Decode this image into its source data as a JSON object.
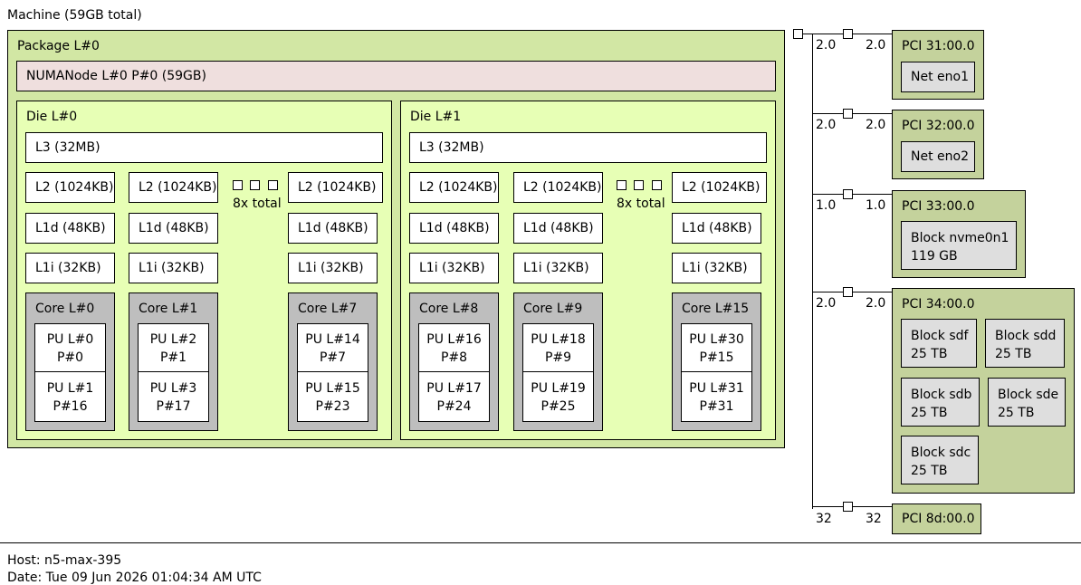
{
  "machine": {
    "label": "Machine (59GB total)"
  },
  "package": {
    "label": "Package L#0"
  },
  "numa": {
    "label": "NUMANode L#0 P#0 (59GB)"
  },
  "dies": [
    {
      "label": "Die L#0",
      "l3": "L3 (32MB)",
      "more": "8x total",
      "cores": [
        {
          "l2": "L2 (1024KB)",
          "l1d": "L1d (48KB)",
          "l1i": "L1i (32KB)",
          "core": "Core L#0",
          "pus": [
            {
              "l": "PU L#0",
              "p": "P#0"
            },
            {
              "l": "PU L#1",
              "p": "P#16"
            }
          ]
        },
        {
          "l2": "L2 (1024KB)",
          "l1d": "L1d (48KB)",
          "l1i": "L1i (32KB)",
          "core": "Core L#1",
          "pus": [
            {
              "l": "PU L#2",
              "p": "P#1"
            },
            {
              "l": "PU L#3",
              "p": "P#17"
            }
          ]
        },
        {
          "l2": "L2 (1024KB)",
          "l1d": "L1d (48KB)",
          "l1i": "L1i (32KB)",
          "core": "Core L#7",
          "pus": [
            {
              "l": "PU L#14",
              "p": "P#7"
            },
            {
              "l": "PU L#15",
              "p": "P#23"
            }
          ]
        }
      ]
    },
    {
      "label": "Die L#1",
      "l3": "L3 (32MB)",
      "more": "8x total",
      "cores": [
        {
          "l2": "L2 (1024KB)",
          "l1d": "L1d (48KB)",
          "l1i": "L1i (32KB)",
          "core": "Core L#8",
          "pus": [
            {
              "l": "PU L#16",
              "p": "P#8"
            },
            {
              "l": "PU L#17",
              "p": "P#24"
            }
          ]
        },
        {
          "l2": "L2 (1024KB)",
          "l1d": "L1d (48KB)",
          "l1i": "L1i (32KB)",
          "core": "Core L#9",
          "pus": [
            {
              "l": "PU L#18",
              "p": "P#9"
            },
            {
              "l": "PU L#19",
              "p": "P#25"
            }
          ]
        },
        {
          "l2": "L2 (1024KB)",
          "l1d": "L1d (48KB)",
          "l1i": "L1i (32KB)",
          "core": "Core L#15",
          "pus": [
            {
              "l": "PU L#30",
              "p": "P#15"
            },
            {
              "l": "PU L#31",
              "p": "P#31"
            }
          ]
        }
      ]
    }
  ],
  "pci": [
    {
      "label": "PCI 31:00.0",
      "speed_in": "2.0",
      "speed_out": "2.0",
      "devices": [
        {
          "l1": "Net eno1",
          "l2": ""
        }
      ]
    },
    {
      "label": "PCI 32:00.0",
      "speed_in": "2.0",
      "speed_out": "2.0",
      "devices": [
        {
          "l1": "Net eno2",
          "l2": ""
        }
      ]
    },
    {
      "label": "PCI 33:00.0",
      "speed_in": "1.0",
      "speed_out": "1.0",
      "devices": [
        {
          "l1": "Block nvme0n1",
          "l2": "119 GB"
        }
      ]
    },
    {
      "label": "PCI 34:00.0",
      "speed_in": "2.0",
      "speed_out": "2.0",
      "devices": [
        {
          "l1": "Block sdf",
          "l2": "25 TB"
        },
        {
          "l1": "Block sdd",
          "l2": "25 TB"
        },
        {
          "l1": "Block sdb",
          "l2": "25 TB"
        },
        {
          "l1": "Block sde",
          "l2": "25 TB"
        },
        {
          "l1": "Block sdc",
          "l2": "25 TB"
        }
      ]
    },
    {
      "label": "PCI 8d:00.0",
      "speed_in": "32",
      "speed_out": "32",
      "devices": []
    }
  ],
  "footer": {
    "host": "Host: n5-max-395",
    "date": "Date: Tue 09 Jun 2026 01:04:34 AM UTC"
  }
}
